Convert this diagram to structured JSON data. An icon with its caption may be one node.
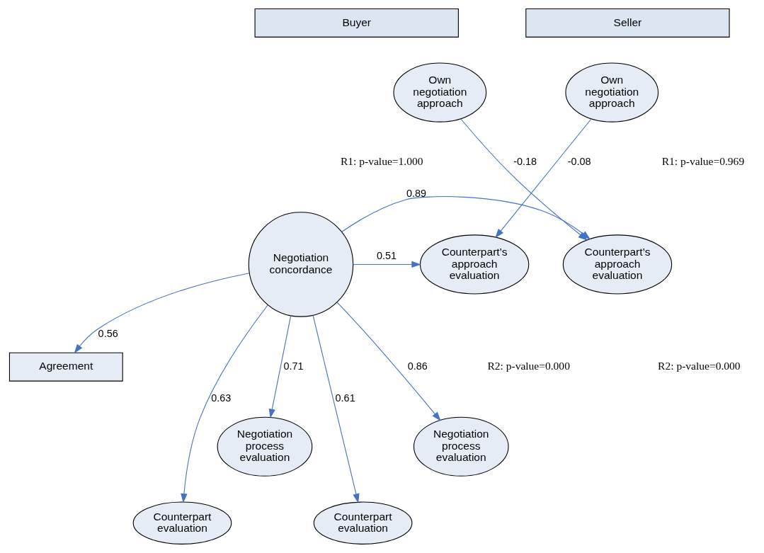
{
  "diagram": {
    "nodes": [
      {
        "text": [
          "Buyer"
        ]
      },
      {
        "text": [
          "Seller"
        ]
      },
      {
        "text": [
          "Own negotiation approach"
        ]
      },
      {
        "text": [
          "Own negotiation approach"
        ]
      },
      {
        "text": [
          "Counterpart’s approach evaluation"
        ]
      },
      {
        "text": [
          "Counterpart’s approach evaluation"
        ]
      },
      {
        "text": [
          "Negotiation concordance"
        ]
      },
      {
        "text": [
          "Negotiation process evaluation"
        ]
      },
      {
        "text": [
          "Negotiation process evaluation"
        ]
      },
      {
        "text": [
          "Agreement"
        ]
      },
      {
        "text": [
          "Counterpart evaluation"
        ]
      },
      {
        "text": [
          "Counterpart evaluation"
        ]
      }
    ],
    "edges": [
      {
        "from": 2,
        "to": 5,
        "arrow": "to",
        "label": "-0.18"
      },
      {
        "from": 3,
        "to": 4,
        "arrow": "to",
        "label": "-0.08"
      },
      {
        "from": 6,
        "to": 4,
        "arrow": "to",
        "label": "0.51"
      },
      {
        "from": 6,
        "to": 5,
        "arrow": "to",
        "label": "0.89"
      },
      {
        "from": 6,
        "to": 7,
        "arrow": "to",
        "label": "0.71"
      },
      {
        "from": 6,
        "to": 8,
        "arrow": "to",
        "label": "0.86"
      },
      {
        "from": 6,
        "to": 10,
        "arrow": "to",
        "label": "0.63"
      },
      {
        "from": 6,
        "to": 9,
        "arrow": "to",
        "label": "0.56"
      },
      {
        "from": 6,
        "to": 11,
        "arrow": "to",
        "label": "0.61"
      }
    ],
    "labels": [
      "R1: p-value=1.000",
      "R1: p-value=0.969",
      "R2: p-value=0.000",
      "R2: p-value=0.000"
    ]
  }
}
